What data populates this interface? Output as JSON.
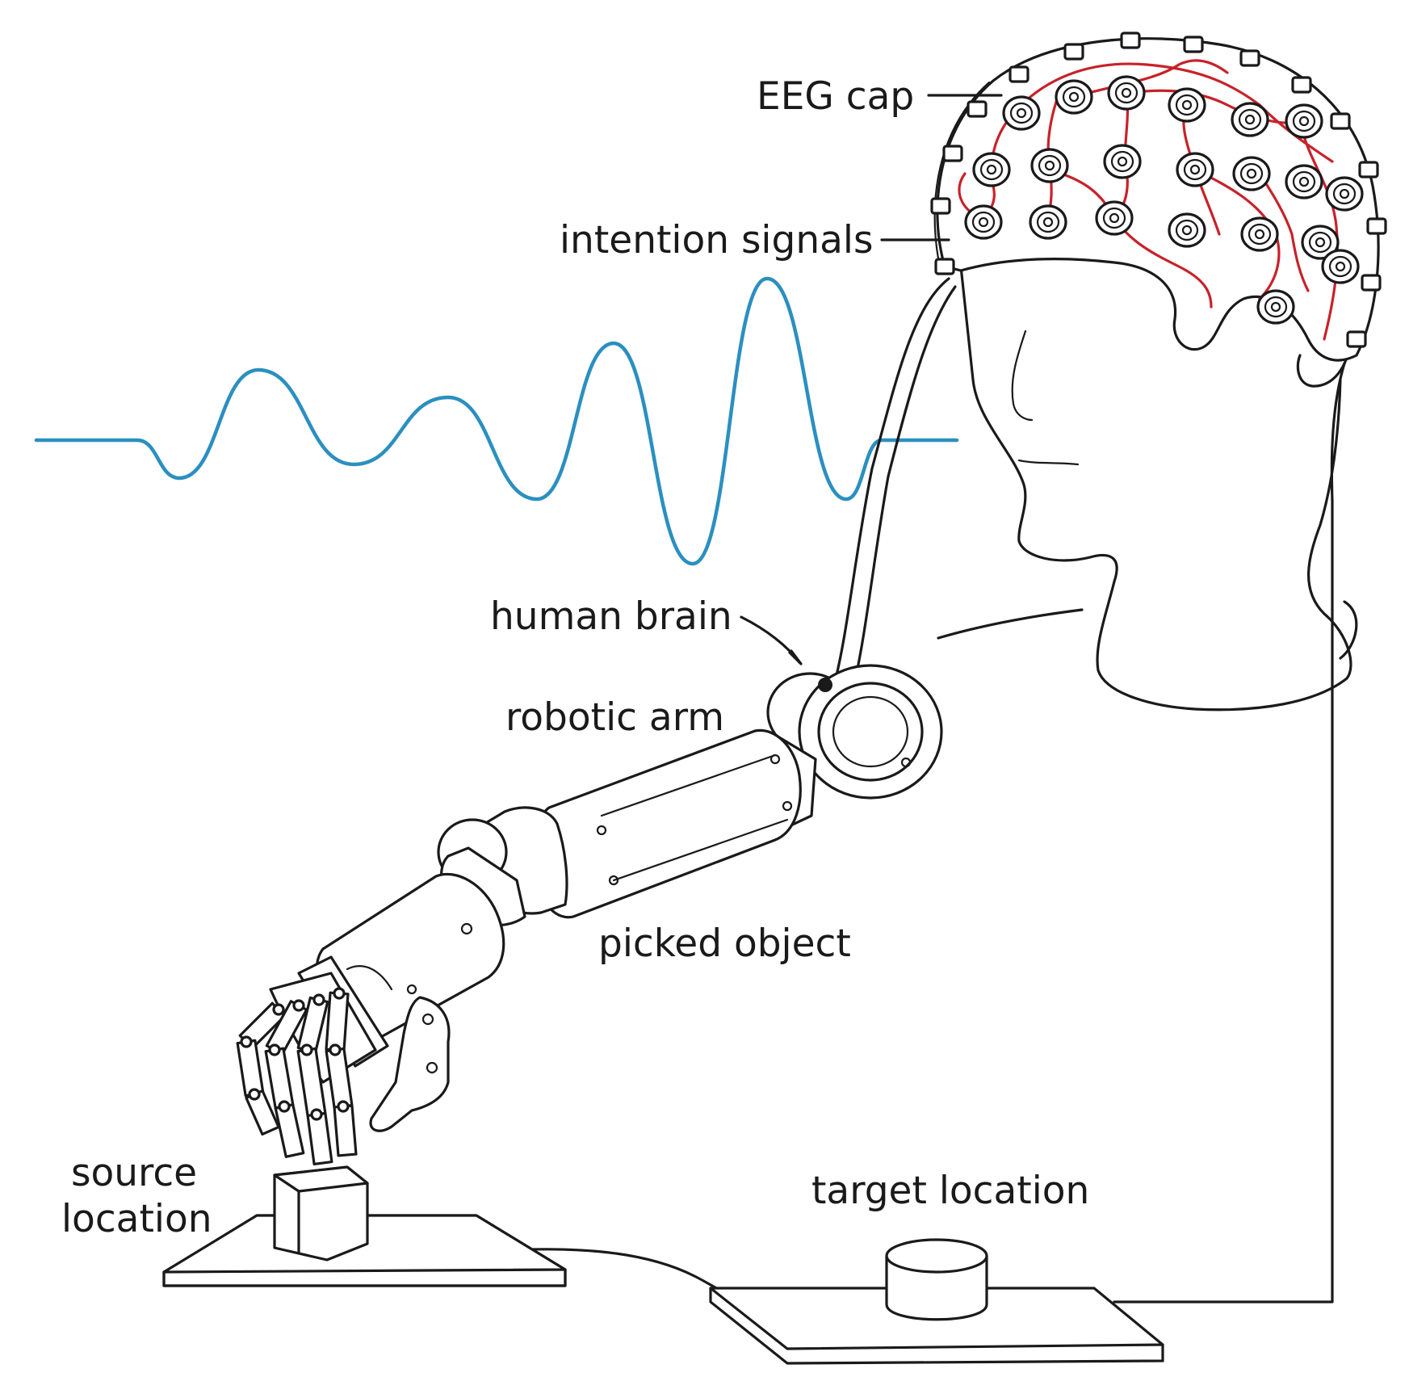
{
  "labels": {
    "eeg_cap": "EEG cap",
    "intention_signals": "intention signals",
    "human_brain": "human brain",
    "robotic_arm": "robotic arm",
    "picked_object": "picked object",
    "source_location_line1": "source",
    "source_location_line2": "location",
    "target_location": "target location"
  },
  "colors": {
    "signal_wave": "#2b8fc0",
    "cap_wires": "#c8222a",
    "ink": "#1a1a1a",
    "background": "#ffffff"
  },
  "icons": {
    "eeg_electrode": "eeg-electrode-icon",
    "robot_hand": "robot-hand-icon",
    "cube": "cube-icon",
    "cylinder": "cylinder-icon"
  }
}
